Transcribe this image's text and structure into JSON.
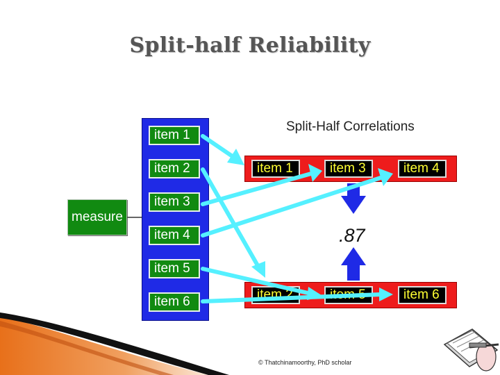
{
  "title": "Split-half  Reliability",
  "measure_label": "measure",
  "items": [
    "item 1",
    "item 2",
    "item 3",
    "item 4",
    "item 5",
    "item 6"
  ],
  "correlations_label": "Split-Half Correlations",
  "half1": [
    "item 1",
    "item 3",
    "item 4"
  ],
  "half2": [
    "item 2",
    "item 5",
    "item 6"
  ],
  "correlation_value": ".87",
  "footer": "© Thatchinamoorthy, PhD scholar",
  "colors": {
    "panel": "#1f2ae6",
    "item_green": "#118a11",
    "band_red": "#ee1c1c",
    "arrow_cyan": "#55f0ff",
    "arrow_blue": "#1f2ae6",
    "text_yellow": "#ffff33"
  }
}
